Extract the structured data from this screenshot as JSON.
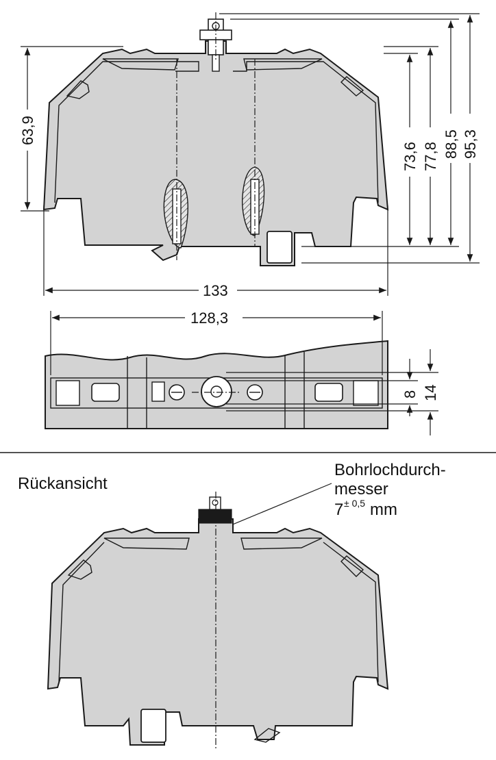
{
  "front_view": {
    "dimensions": {
      "height_left": "63,9",
      "width_overall": "133",
      "height_1": "73,6",
      "height_2": "77,8",
      "height_3": "88,5",
      "height_4": "95,3"
    }
  },
  "top_view": {
    "dimensions": {
      "width": "128,3",
      "slot_small": "8",
      "slot_large": "14"
    }
  },
  "rear_view": {
    "title": "Rückansicht",
    "drill_note": {
      "line1": "Bohrlochdurch-",
      "line2": "messer",
      "value": "7",
      "tolerance": "± 0,5",
      "unit": "mm"
    }
  },
  "colors": {
    "housing": "#d3d3d3",
    "line": "#1a1a1a"
  }
}
